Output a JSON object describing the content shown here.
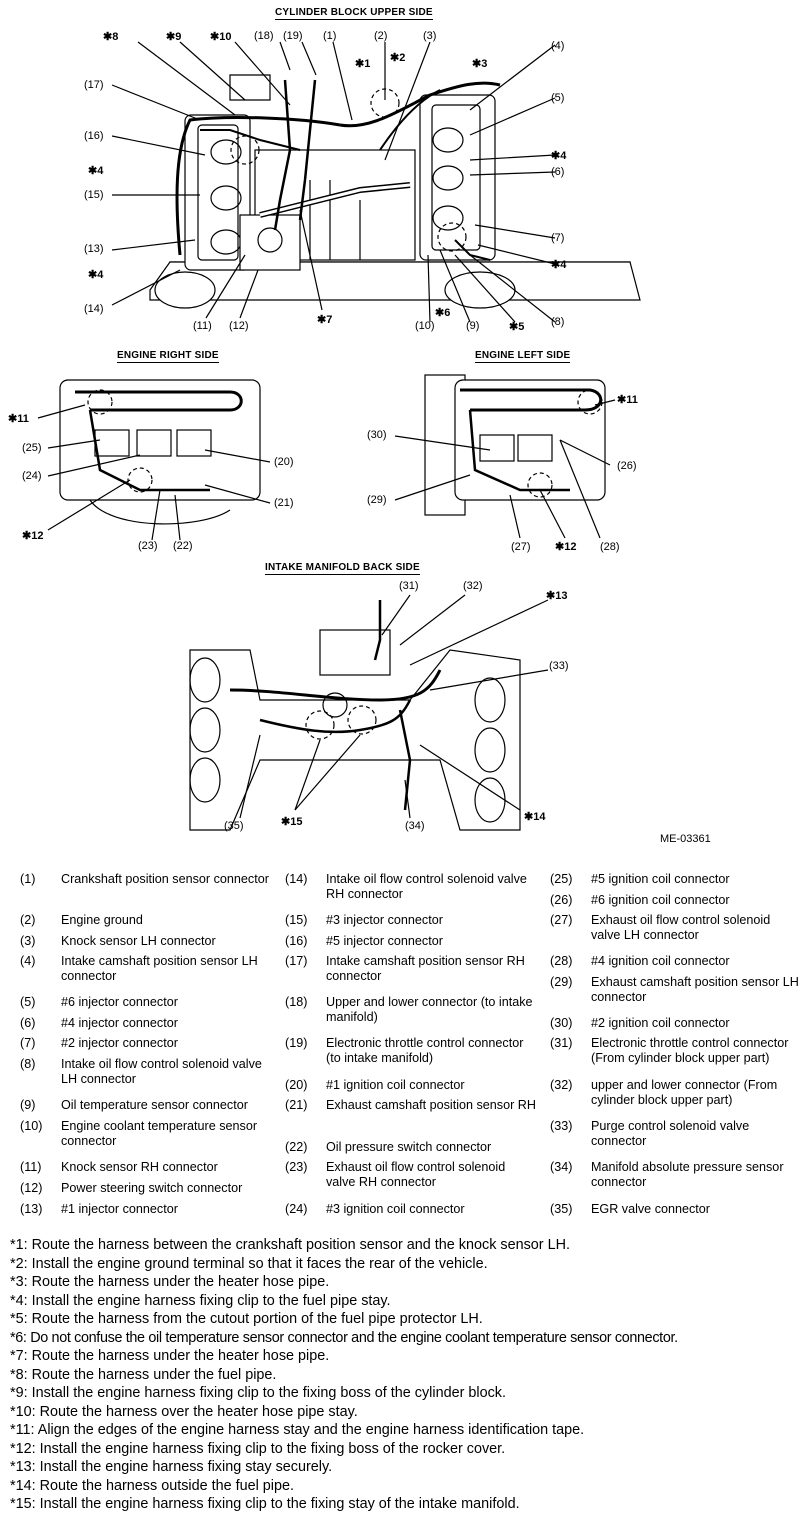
{
  "headings": {
    "upper": "CYLINDER BLOCK UPPER SIDE",
    "right": "ENGINE RIGHT SIDE",
    "left": "ENGINE LEFT SIDE",
    "intake": "INTAKE MANIFOLD BACK SIDE"
  },
  "figure_id": "ME-03361",
  "callouts": [
    "(1)",
    "(2)",
    "(3)",
    "(4)",
    "(5)",
    "(6)",
    "(7)",
    "(8)",
    "(9)",
    "(10)",
    "(11)",
    "(12)",
    "(13)",
    "(14)",
    "(15)",
    "(16)",
    "(17)",
    "(18)",
    "(19)",
    "(20)",
    "(21)",
    "(22)",
    "(23)",
    "(24)",
    "(25)",
    "(26)",
    "(27)",
    "(28)",
    "(29)",
    "(30)",
    "(31)",
    "(32)",
    "(33)",
    "(34)",
    "(35)"
  ],
  "stars": [
    "✱1",
    "✱2",
    "✱3",
    "✱4",
    "✱5",
    "✱6",
    "✱7",
    "✱8",
    "✱9",
    "✱10",
    "✱11",
    "✱12",
    "✱13",
    "✱14",
    "✱15"
  ],
  "legend": [
    {
      "num": "(1)",
      "text": "Crankshaft position sensor connector"
    },
    {
      "num": "(2)",
      "text": "Engine ground"
    },
    {
      "num": "(3)",
      "text": "Knock sensor LH connector"
    },
    {
      "num": "(4)",
      "text": "Intake camshaft position sensor LH connector"
    },
    {
      "num": "(5)",
      "text": "#6 injector connector"
    },
    {
      "num": "(6)",
      "text": "#4 injector connector"
    },
    {
      "num": "(7)",
      "text": "#2 injector connector"
    },
    {
      "num": "(8)",
      "text": "Intake oil flow control solenoid valve LH connector"
    },
    {
      "num": "(9)",
      "text": "Oil temperature sensor connector"
    },
    {
      "num": "(10)",
      "text": "Engine coolant temperature sensor connector"
    },
    {
      "num": "(11)",
      "text": "Knock sensor RH connector"
    },
    {
      "num": "(12)",
      "text": "Power steering switch connector"
    },
    {
      "num": "(13)",
      "text": "#1 injector connector"
    },
    {
      "num": "(14)",
      "text": "Intake oil flow control solenoid valve RH connector"
    },
    {
      "num": "(15)",
      "text": "#3 injector connector"
    },
    {
      "num": "(16)",
      "text": "#5 injector connector"
    },
    {
      "num": "(17)",
      "text": "Intake camshaft position sensor RH connector"
    },
    {
      "num": "(18)",
      "text": "Upper and lower connector (to intake manifold)"
    },
    {
      "num": "(19)",
      "text": "Electronic throttle control connector (to intake manifold)"
    },
    {
      "num": "(20)",
      "text": "#1 ignition coil connector"
    },
    {
      "num": "(21)",
      "text": "Exhaust camshaft position sensor RH"
    },
    {
      "num": "(22)",
      "text": "Oil pressure switch connector"
    },
    {
      "num": "(23)",
      "text": "Exhaust oil flow control solenoid valve RH connector"
    },
    {
      "num": "(24)",
      "text": "#3 ignition coil connector"
    },
    {
      "num": "(25)",
      "text": "#5 ignition coil connector"
    },
    {
      "num": "(26)",
      "text": "#6 ignition coil connector"
    },
    {
      "num": "(27)",
      "text": "Exhaust oil flow control solenoid valve LH connector"
    },
    {
      "num": "(28)",
      "text": "#4 ignition coil connector"
    },
    {
      "num": "(29)",
      "text": "Exhaust camshaft position sensor LH connector"
    },
    {
      "num": "(30)",
      "text": "#2 ignition coil connector"
    },
    {
      "num": "(31)",
      "text": "Electronic throttle control connector (From cylinder block upper part)"
    },
    {
      "num": "(32)",
      "text": "upper and lower connector (From cylinder block upper part)"
    },
    {
      "num": "(33)",
      "text": "Purge control solenoid valve connector"
    },
    {
      "num": "(34)",
      "text": "Manifold absolute pressure sensor connector"
    },
    {
      "num": "(35)",
      "text": "EGR valve connector"
    }
  ],
  "notes": [
    "*1: Route the harness between the crankshaft position sensor and the knock sensor LH.",
    "*2: Install the engine ground terminal so that it faces the rear of the vehicle.",
    "*3: Route the harness under the heater hose pipe.",
    "*4: Install the engine harness fixing clip to the fuel pipe stay.",
    "*5: Route the harness from the cutout portion of the fuel pipe protector LH.",
    "*6: Do not confuse the oil temperature sensor connector and the engine coolant temperature sensor connector.",
    "*7: Route the harness under the heater hose pipe.",
    "*8: Route the harness under the fuel pipe.",
    "*9: Install the engine harness fixing clip to the fixing boss of the cylinder block.",
    "*10: Route the harness over the heater hose pipe stay.",
    "*11: Align the edges of the engine harness stay and the engine harness identification tape.",
    "*12: Install the engine harness fixing clip to the fixing boss of the rocker cover.",
    "*13: Install the engine harness fixing stay securely.",
    "*14: Route the harness outside the fuel pipe.",
    "*15: Install the engine harness fixing clip to the fixing stay of the intake manifold."
  ]
}
